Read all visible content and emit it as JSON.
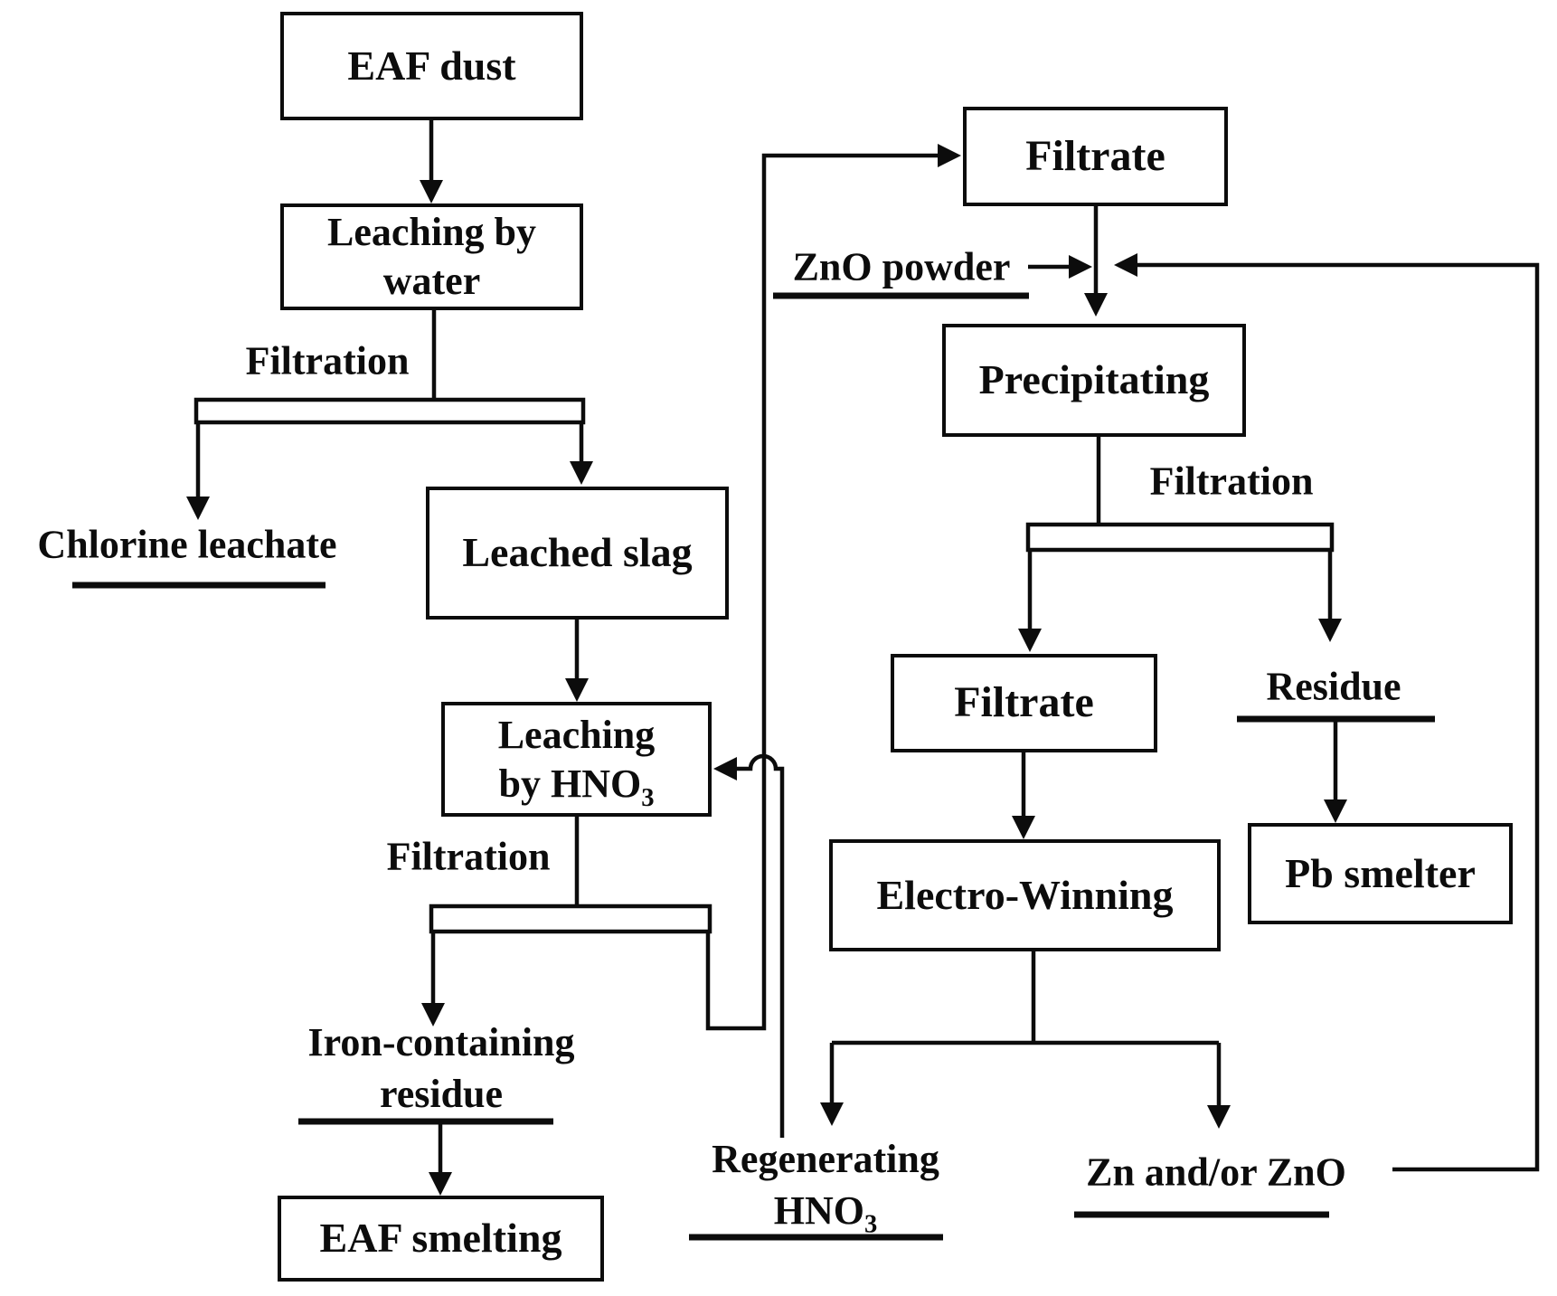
{
  "diagram": {
    "colors": {
      "line": "#0c0c0c",
      "background": "#ffffff",
      "text": "#0c0c0c"
    },
    "boxes": {
      "eaf_dust": {
        "label": "EAF dust"
      },
      "leaching_water": {
        "line1": "Leaching by",
        "line2": "water"
      },
      "leached_slag": {
        "label": "Leached slag"
      },
      "leaching_hno3": {
        "line1": "Leaching",
        "line2": "by HNO",
        "sub": "3"
      },
      "filtrate_top": {
        "label": "Filtrate"
      },
      "precipitating": {
        "label": "Precipitating"
      },
      "filtrate_mid": {
        "label": "Filtrate"
      },
      "electro_winning": {
        "label": "Electro-Winning"
      },
      "pb_smelter": {
        "label": "Pb smelter"
      },
      "eaf_smelting": {
        "label": "EAF smelting"
      }
    },
    "labels": {
      "filtration_1": "Filtration",
      "filtration_2": "Filtration",
      "filtration_3": "Filtration",
      "chlorine_leachate": "Chlorine leachate",
      "zno_powder": "ZnO powder",
      "residue": "Residue",
      "iron_residue": {
        "line1": "Iron-containing",
        "line2": "residue"
      },
      "regenerating": {
        "line1": "Regenerating",
        "line2": "HNO",
        "sub": "3"
      },
      "zn_zno": "Zn and/or ZnO"
    }
  }
}
